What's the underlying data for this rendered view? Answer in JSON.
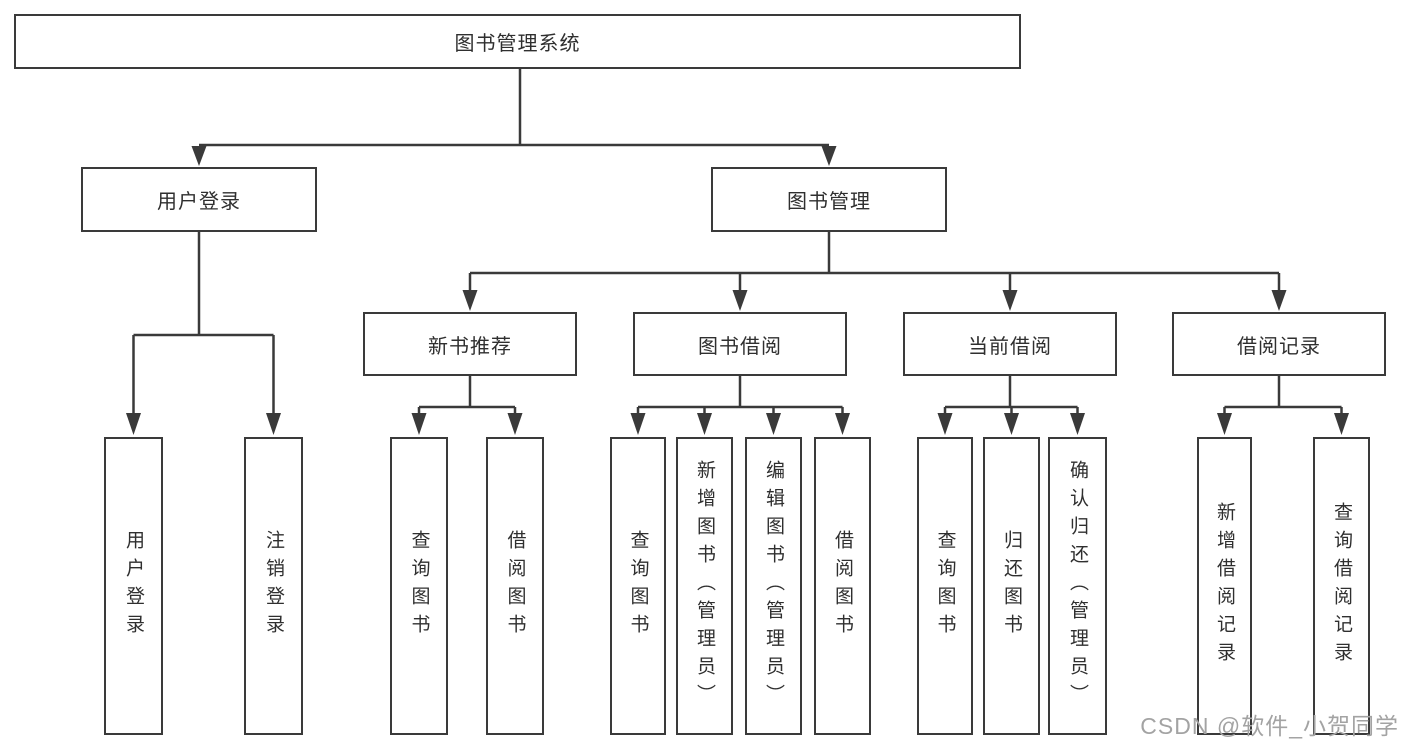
{
  "diagram": {
    "root": {
      "label": "图书管理系统"
    },
    "branches": [
      {
        "label": "用户登录",
        "children": [
          {
            "label": "用户登录"
          },
          {
            "label": "注销登录"
          }
        ]
      },
      {
        "label": "图书管理",
        "children": [
          {
            "label": "新书推荐",
            "children": [
              {
                "label": "查询图书"
              },
              {
                "label": "借阅图书"
              }
            ]
          },
          {
            "label": "图书借阅",
            "children": [
              {
                "label": "查询图书"
              },
              {
                "label": "新增图书（管理员）"
              },
              {
                "label": "编辑图书（管理员）"
              },
              {
                "label": "借阅图书"
              }
            ]
          },
          {
            "label": "当前借阅",
            "children": [
              {
                "label": "查询图书"
              },
              {
                "label": "归还图书"
              },
              {
                "label": "确认归还（管理员）"
              }
            ]
          },
          {
            "label": "借阅记录",
            "children": [
              {
                "label": "新增借阅记录"
              },
              {
                "label": "查询借阅记录"
              }
            ]
          }
        ]
      }
    ]
  },
  "watermark": {
    "text": "CSDN @软件_小贺同学"
  },
  "colors": {
    "line": "#3a3a3a",
    "box_border": "#3a3a3a",
    "text": "#2f2f2f",
    "watermark": "#a3a3a3",
    "background": "#ffffff"
  }
}
